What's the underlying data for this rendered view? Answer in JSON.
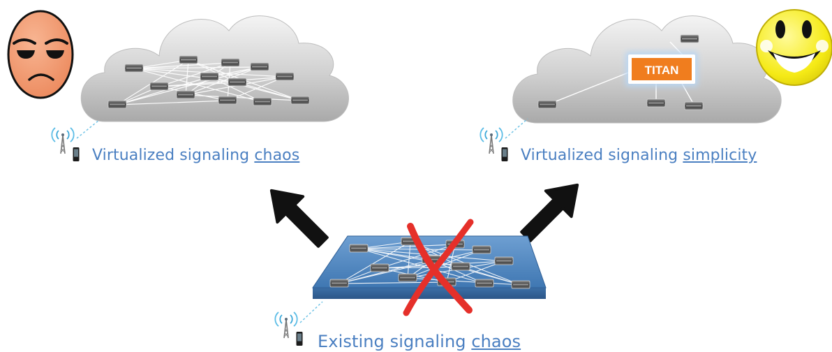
{
  "captions": {
    "left": {
      "prefix": "Virtualized signaling ",
      "emphasis": "chaos"
    },
    "right": {
      "prefix": "Virtualized signaling ",
      "emphasis": "simplicity"
    },
    "bottom": {
      "prefix": "Existing signaling ",
      "emphasis": "chaos"
    }
  },
  "titan_label": "TITAN",
  "colors": {
    "caption": "#4a7fc1",
    "cloud": "#d2d2d2",
    "platform": "#4f86bf",
    "titan_box": "#f07d1e",
    "cross": "#e5302a",
    "arrow": "#111111",
    "sad_face": "#f5a07a",
    "happy_face": "#f7ee1c"
  },
  "icons": [
    "sad-face-icon",
    "happy-face-icon",
    "antenna-icon",
    "phone-icon",
    "server-icon",
    "arrow-icon",
    "red-x-icon"
  ]
}
